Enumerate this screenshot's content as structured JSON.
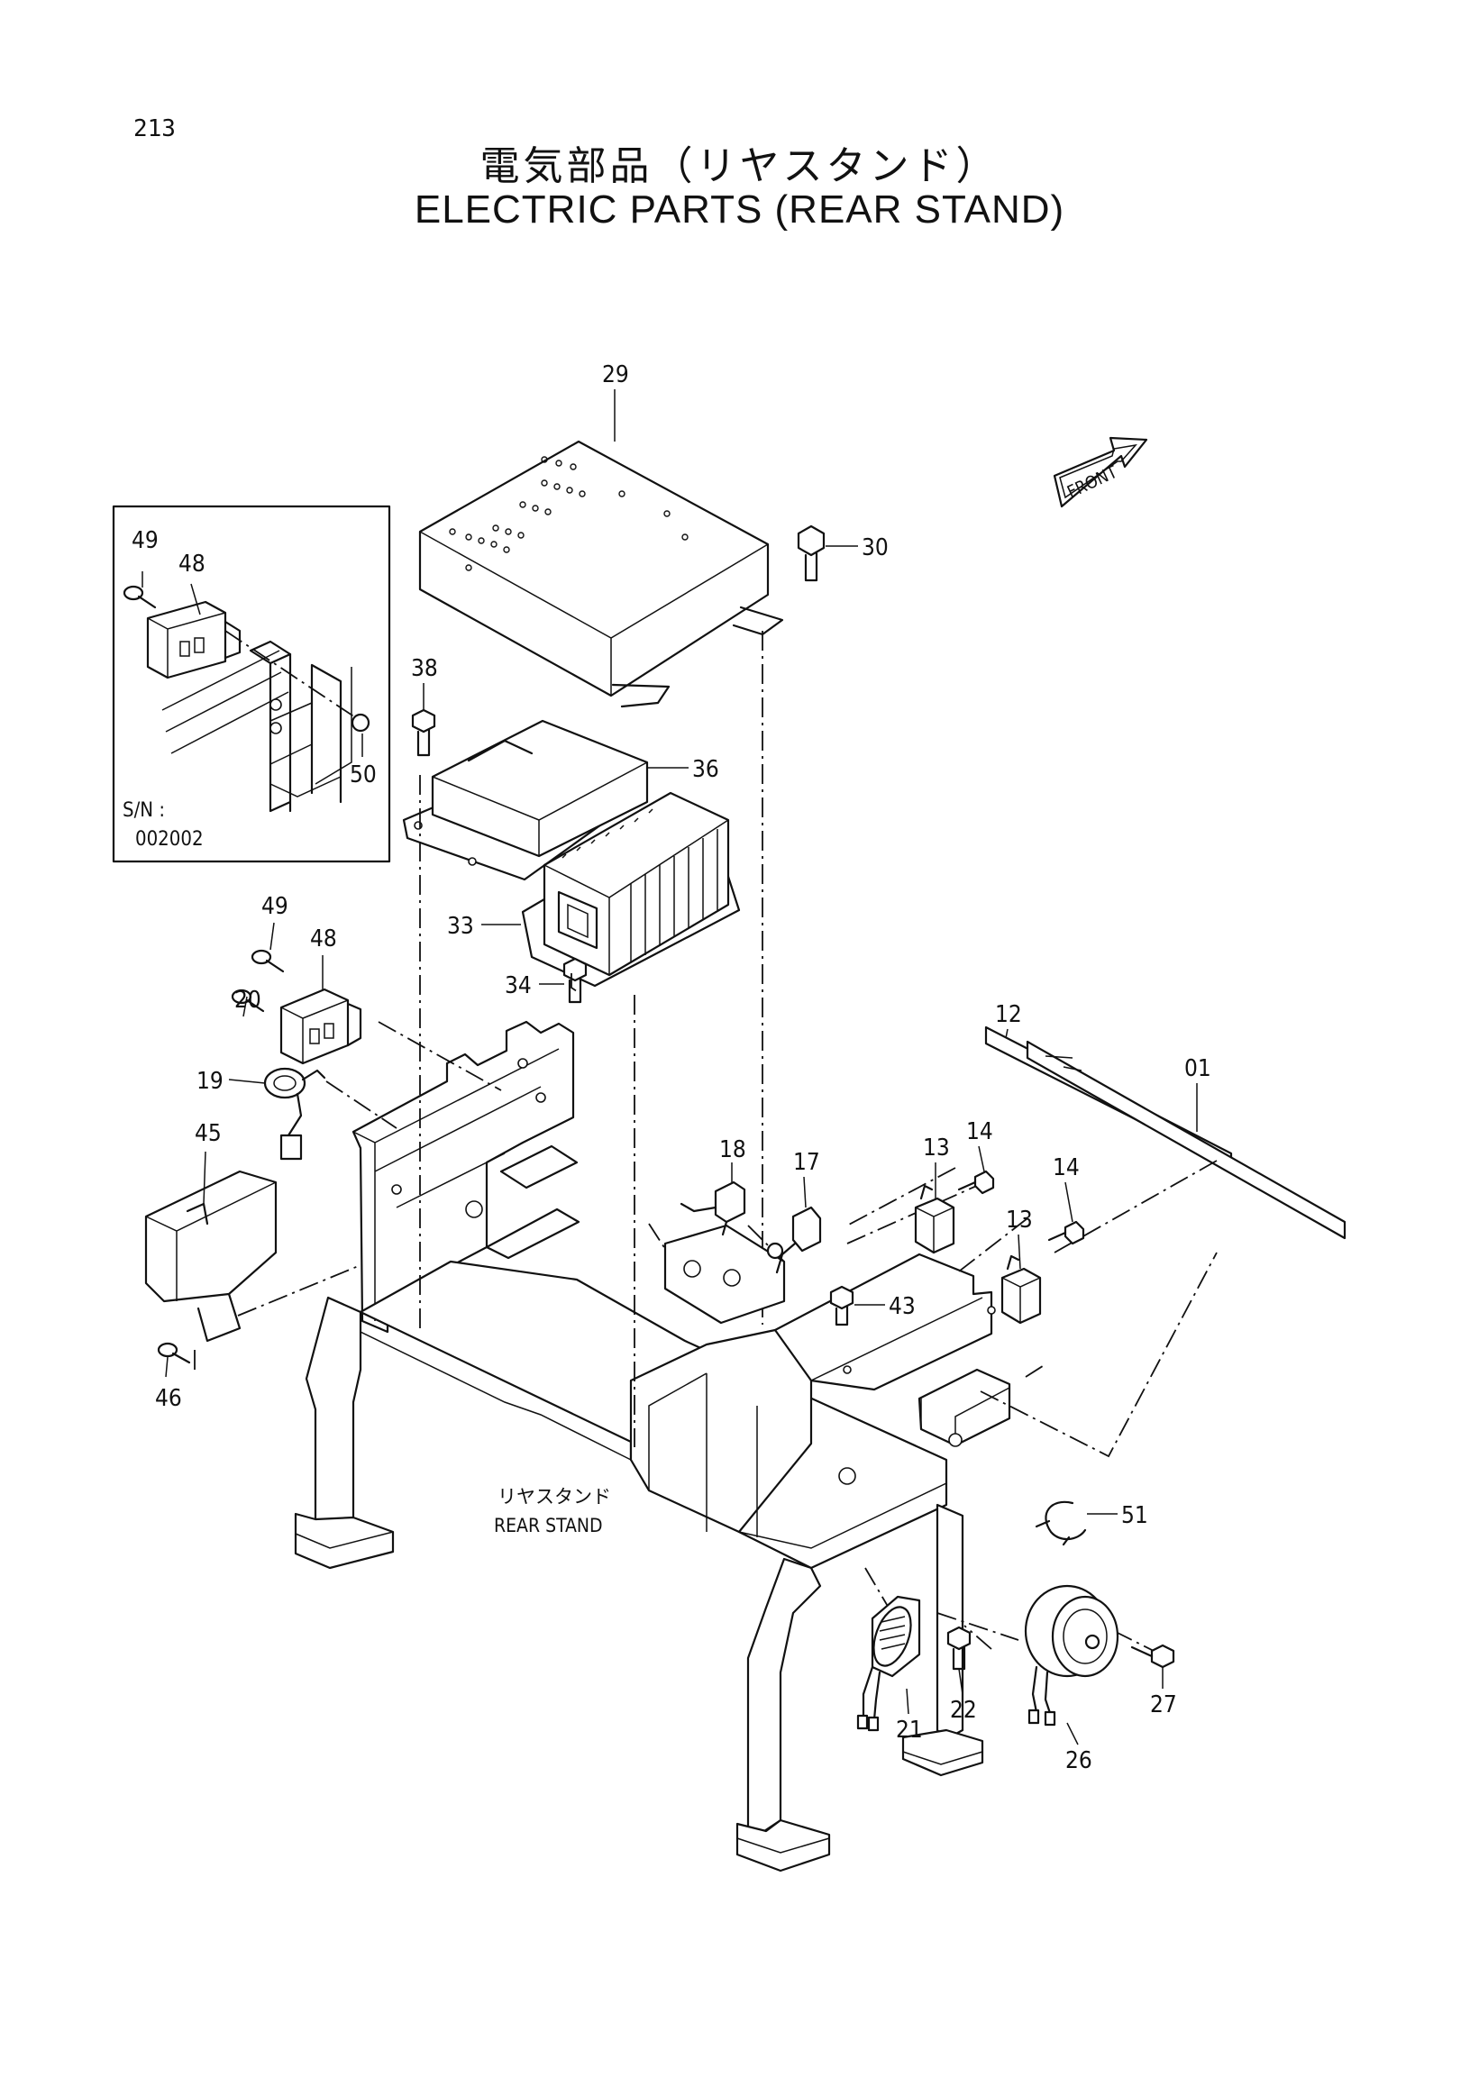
{
  "page_number": "213",
  "title_ja": "電気部品（リヤスタンド）",
  "title_en": "ELECTRIC PARTS (REAR STAND)",
  "front_arrow_label": "FRONT",
  "inset": {
    "serial_label": "S/N :",
    "serial_value": "002002"
  },
  "rear_stand_label_ja": "リヤスタンド",
  "rear_stand_label_en": "REAR STAND",
  "callouts": [
    {
      "id": "29",
      "label": "29"
    },
    {
      "id": "30",
      "label": "30"
    },
    {
      "id": "38",
      "label": "38"
    },
    {
      "id": "36",
      "label": "36"
    },
    {
      "id": "33",
      "label": "33"
    },
    {
      "id": "34",
      "label": "34"
    },
    {
      "id": "49-inset",
      "label": "49"
    },
    {
      "id": "48-inset",
      "label": "48"
    },
    {
      "id": "50",
      "label": "50"
    },
    {
      "id": "49",
      "label": "49"
    },
    {
      "id": "48",
      "label": "48"
    },
    {
      "id": "20",
      "label": "20"
    },
    {
      "id": "19",
      "label": "19"
    },
    {
      "id": "45",
      "label": "45"
    },
    {
      "id": "46",
      "label": "46"
    },
    {
      "id": "12",
      "label": "12"
    },
    {
      "id": "01",
      "label": "01"
    },
    {
      "id": "14a",
      "label": "14"
    },
    {
      "id": "14b",
      "label": "14"
    },
    {
      "id": "13a",
      "label": "13"
    },
    {
      "id": "13b",
      "label": "13"
    },
    {
      "id": "18",
      "label": "18"
    },
    {
      "id": "17",
      "label": "17"
    },
    {
      "id": "43",
      "label": "43"
    },
    {
      "id": "51",
      "label": "51"
    },
    {
      "id": "21",
      "label": "21"
    },
    {
      "id": "22",
      "label": "22"
    },
    {
      "id": "26",
      "label": "26"
    },
    {
      "id": "27",
      "label": "27"
    }
  ]
}
